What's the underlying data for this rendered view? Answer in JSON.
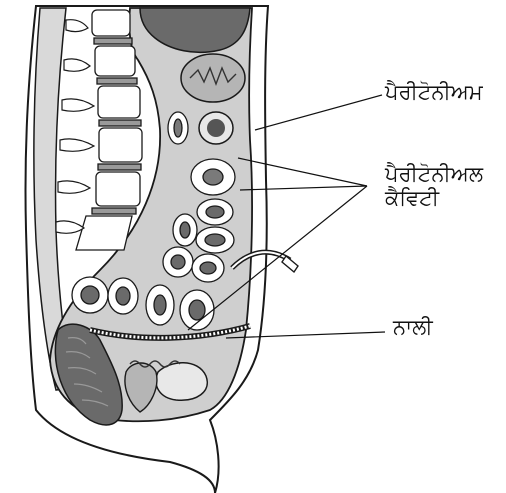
{
  "labels": {
    "peritoneum": "ਪੈਰੀਟੋਨੀਅਮ",
    "cavity_line1": "ਪੈਰੀਟੋਨੀਅਲ",
    "cavity_line2": "ਕੈਵਿਟੀ",
    "drain": "ਨਾਲੀ"
  },
  "colors": {
    "outline": "#1a1a1a",
    "body_fill": "#ffffff",
    "cavity_fill": "#cfcfcf",
    "vertebra_fill": "#ffffff",
    "disc_fill": "#9a9a9a",
    "organ_dark": "#6a6a6a",
    "organ_mid": "#b5b5b5",
    "organ_light": "#e8e8e8"
  }
}
